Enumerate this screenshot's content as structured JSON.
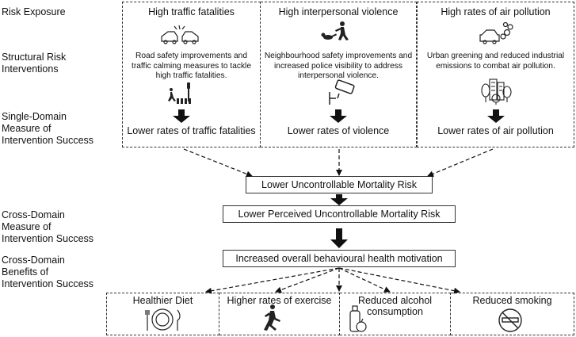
{
  "side_labels": {
    "risk_exposure": "Risk Exposure",
    "structural": [
      "Structural Risk",
      "Interventions"
    ],
    "single_domain": [
      "Single-Domain",
      "Measure of",
      "Intervention Success"
    ],
    "cross_measure": [
      "Cross-Domain",
      "Measure of",
      "Intervention Success"
    ],
    "cross_benefits": [
      "Cross-Domain",
      "Benefits of",
      "Intervention Success"
    ]
  },
  "columns": [
    {
      "heading": "High traffic fatalities",
      "description": "Road safety improvements and traffic calming measures to tackle high traffic fatalities.",
      "result": "Lower rates of traffic fatalities",
      "risk_icon": "car-crash-icon",
      "intervention_icon": "pedestrian-crossing-icon"
    },
    {
      "heading": "High interpersonal violence",
      "description": "Neighbourhood safety improvements and increased police visibility to address interpersonal violence.",
      "result": "Lower rates of violence",
      "risk_icon": "assault-icon",
      "intervention_icon": "cctv-camera-icon"
    },
    {
      "heading": "High rates of air pollution",
      "description": "Urban greening and reduced industrial emissions to combat air pollution.",
      "result": "Lower rates of air pollution",
      "risk_icon": "car-exhaust-icon",
      "intervention_icon": "urban-trees-icon"
    }
  ],
  "flow": {
    "uncontrollable": "Lower Uncontrollable Mortality Risk",
    "perceived": "Lower Perceived Uncontrollable Mortality Risk",
    "motivation": "Increased overall behavioural health motivation"
  },
  "benefits": [
    {
      "label": "Healthier Diet",
      "icon": "plate-meal-icon"
    },
    {
      "label": "Higher rates of exercise",
      "icon": "runner-icon"
    },
    {
      "label": "Reduced alcohol consumption",
      "icon": "bottle-apple-icon"
    },
    {
      "label": "Reduced smoking",
      "icon": "no-smoking-icon"
    }
  ],
  "colors": {
    "ink": "#111111",
    "border": "#333333",
    "background": "#ffffff"
  }
}
